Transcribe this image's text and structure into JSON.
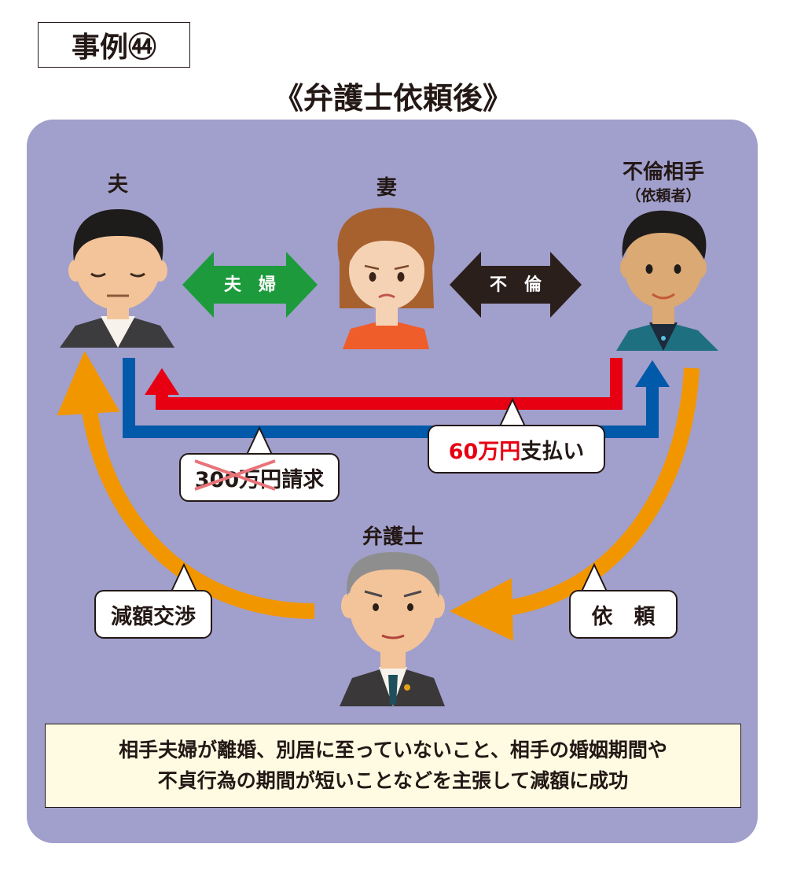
{
  "case_label": "事例㊹",
  "heading": "《弁護士依頼後》",
  "people": {
    "husband": "夫",
    "wife": "妻",
    "partner": "不倫相手",
    "partner_role": "（依頼者）",
    "lawyer": "弁護士"
  },
  "relations": {
    "married": "夫　婦",
    "affair": "不　倫"
  },
  "callouts": {
    "demand_amount": "300万円",
    "demand_suffix": "請求",
    "payment_amount": "60万円",
    "payment_suffix": "支払い",
    "negotiation": "減額交渉",
    "request": "依　頼"
  },
  "note": {
    "line1": "相手夫婦が離婚、別居に至っていないこと、相手の婚姻期間や",
    "line2": "不貞行為の期間が短いことなどを主張して減額に成功"
  },
  "colors": {
    "panel": "#a19fcb",
    "married_arrow": "#1d9b3c",
    "affair_arrow": "#2b1f1c",
    "demand_line": "#0059a9",
    "payment_line": "#e60012",
    "lawyer_arrows": "#f29600",
    "note_bg": "#fffbe3"
  }
}
